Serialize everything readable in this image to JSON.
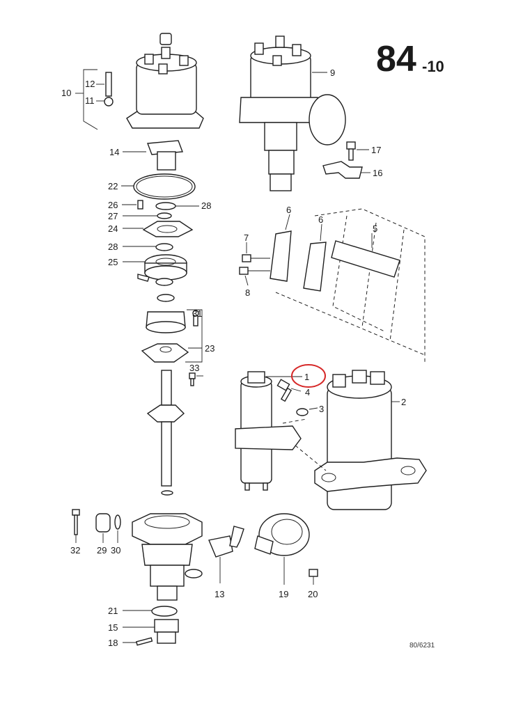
{
  "page": {
    "number_main": "84",
    "number_sub": "-10",
    "ref": "80/6231"
  },
  "callouts": {
    "p1": "1",
    "p2": "2",
    "p3": "3",
    "p4": "4",
    "p5": "5",
    "p6a": "6",
    "p6b": "6",
    "p7": "7",
    "p8": "8",
    "p9": "9",
    "p10": "10",
    "p11": "11",
    "p12": "12",
    "p13": "13",
    "p14": "14",
    "p15": "15",
    "p16": "16",
    "p17": "17",
    "p18": "18",
    "p19": "19",
    "p20": "20",
    "p21": "21",
    "p22": "22",
    "p23": "23",
    "p24": "24",
    "p25": "25",
    "p26": "26",
    "p27": "27",
    "p28a": "28",
    "p28b": "28",
    "p29": "29",
    "p30": "30",
    "p31": "31",
    "p32": "32",
    "p33": "33"
  },
  "highlight": {
    "target": "1",
    "color": "#d62828"
  }
}
